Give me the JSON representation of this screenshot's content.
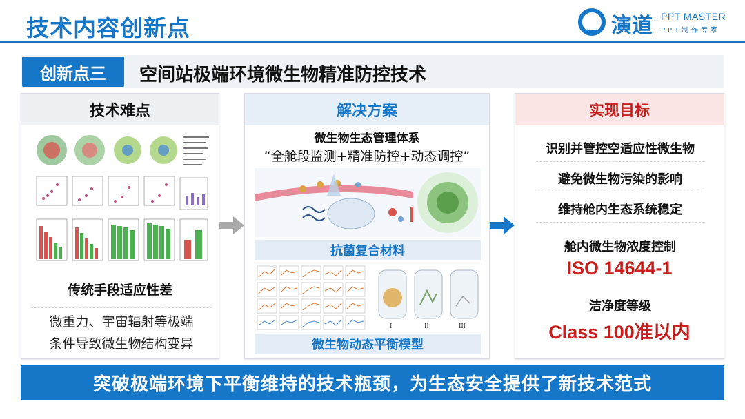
{
  "header": {
    "title": "技术内容创新点",
    "logo_cn": "演道",
    "logo_en": "PPT MASTER",
    "logo_sub": "PPT制作专家"
  },
  "banner": {
    "badge": "创新点三",
    "text": "空间站极端环境微生物精准防控技术"
  },
  "cards": {
    "difficulty": {
      "title": "技术难点",
      "subtitle": "传统手段适应性差",
      "line1": "微重力、宇宙辐射等极端",
      "line2": "条件导致微生物结构变异"
    },
    "solution": {
      "title": "解决方案",
      "system": "微生物生态管理体系",
      "quote": "“全舱段监测+精准防控+动态调控”",
      "label1": "抗菌复合材料",
      "label2": "微生物动态平衡模型"
    },
    "goal": {
      "title": "实现目标",
      "item1": "识别并管控空适应性微生物",
      "item2": "避免微生物污染的影响",
      "item3": "维持舱内生态系统稳定",
      "item4": "舱内微生物浓度控制",
      "iso": "ISO 14644-1",
      "item5": "洁净度等级",
      "class": "Class 100准以内"
    }
  },
  "footer": {
    "text": "突破极端环境下平衡维持的技术瓶颈，为生态安全提供了新技术范式"
  },
  "colors": {
    "primary": "#1677c9",
    "accent_red": "#c81e1e",
    "arrow_gray": "#a9a9a9",
    "arrow_blue": "#1677c9"
  }
}
